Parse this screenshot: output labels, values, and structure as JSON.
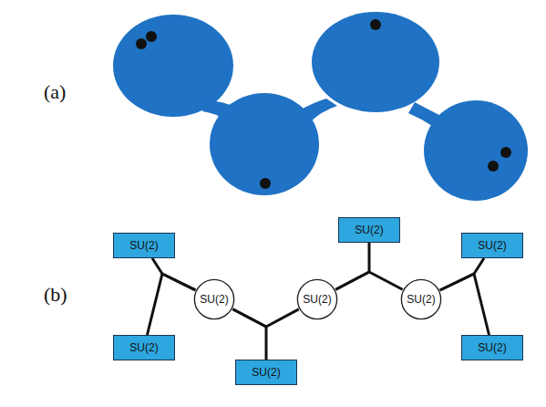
{
  "diagram": {
    "nodes": [
      {
        "text": [
          "SU(2)"
        ]
      },
      {
        "text": [
          "SU(2)"
        ]
      },
      {
        "text": [
          "SU(2)"
        ]
      },
      {
        "text": [
          "SU(2)"
        ]
      },
      {
        "text": [
          "SU(2)"
        ]
      },
      {
        "text": [
          "SU(2)"
        ]
      },
      {
        "text": [
          "SU(2)"
        ]
      },
      {
        "text": [
          "SU(2)"
        ]
      },
      {
        "text": [
          "SU(2)"
        ]
      }
    ],
    "edges": [
      {
        "from": 0,
        "to": 2,
        "arrow": "none"
      },
      {
        "from": 1,
        "to": 2,
        "arrow": "none"
      },
      {
        "from": 2,
        "to": 4,
        "arrow": "none"
      },
      {
        "from": 3,
        "to": 2,
        "arrow": "none"
      },
      {
        "from": 4,
        "to": 6,
        "arrow": "none"
      },
      {
        "from": 5,
        "to": 4,
        "arrow": "none"
      },
      {
        "from": 7,
        "to": 6,
        "arrow": "none"
      },
      {
        "from": 8,
        "to": 6,
        "arrow": "none"
      }
    ],
    "labels": [
      "(a)",
      "(b)"
    ]
  }
}
